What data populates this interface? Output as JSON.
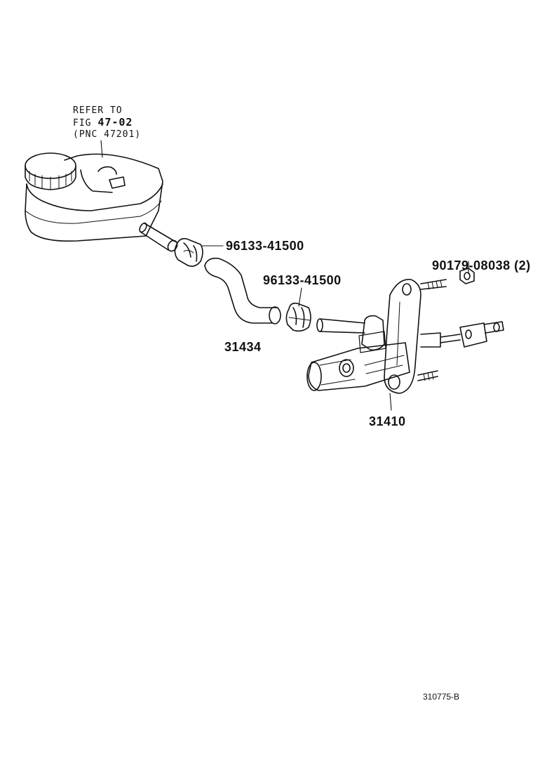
{
  "reference": {
    "line1": "REFER TO",
    "line2_prefix": "FIG",
    "line2_value": "47-02",
    "line3": "(PNC 47201)"
  },
  "parts": {
    "clamp_upper": "96133-41500",
    "clamp_lower": "96133-41500",
    "nut": "90179-08038 (2)",
    "hose": "31434",
    "master_cylinder": "31410"
  },
  "figure_id": "310775-B"
}
